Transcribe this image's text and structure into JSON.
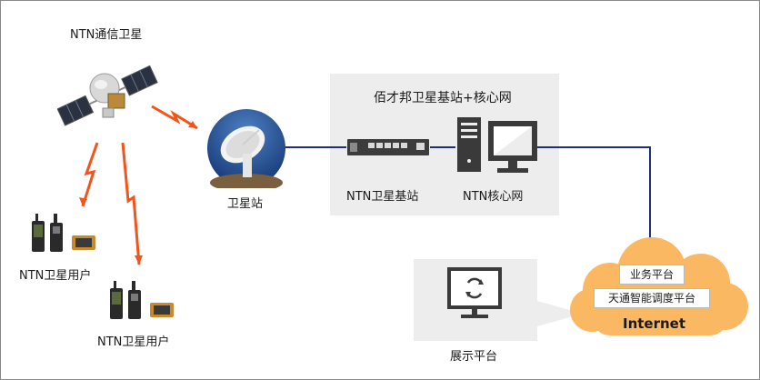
{
  "satellite": {
    "label": "NTN通信卫星"
  },
  "ground_station": {
    "label": "卫星站"
  },
  "bs_panel": {
    "title": "佰才邦卫星基站+核心网",
    "base_station_label": "NTN卫星基站",
    "core_network_label": "NTN核心网"
  },
  "users": [
    {
      "label": "NTN卫星用户"
    },
    {
      "label": "NTN卫星用户"
    }
  ],
  "display": {
    "label": "展示平台"
  },
  "cloud": {
    "items": [
      "业务平台",
      "天通智能调度平台"
    ],
    "label": "Internet"
  },
  "colors": {
    "signal": "#f2541b",
    "link": "#1f2f7a",
    "cloud": "#fbb863",
    "panel": "#ededed",
    "monitor": "#3a3a3a"
  },
  "icons": [
    "satellite-icon",
    "dish-antenna-icon",
    "switch-icon",
    "server-tower-icon",
    "monitor-icon",
    "handheld-radio-icon",
    "cloud-icon"
  ]
}
